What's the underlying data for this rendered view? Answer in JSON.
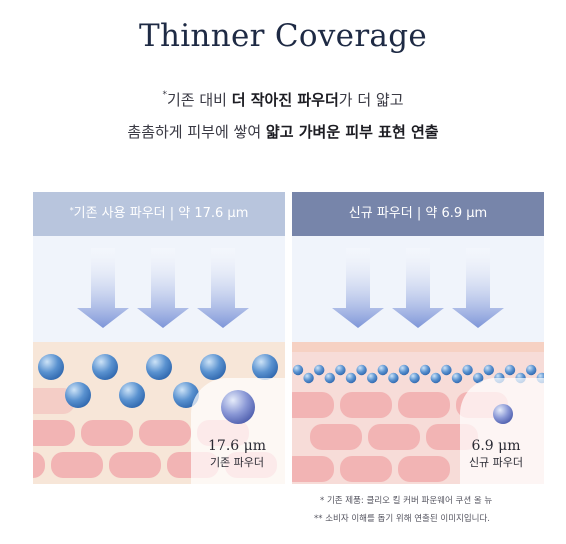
{
  "title": "Thinner Coverage",
  "subtitle": {
    "line1": {
      "mark": "*",
      "pre": "기존 대비 ",
      "bold": "더 작아진 파우더",
      "post": "가 더 얇고"
    },
    "line2": {
      "pre": "촘촘하게 피부에 쌓여 ",
      "bold": "얇고 가벼운 피부 표현 연출"
    }
  },
  "panels": {
    "left": {
      "mark": "*",
      "banner": "기존 사용 파우더 | 약 17.6 μm",
      "value": "17.6 μm",
      "name": "기존 파우더"
    },
    "right": {
      "banner": "신규 파우더 | 약 6.9 μm",
      "value": "6.9 μm",
      "name": "신규 파우더"
    }
  },
  "notes": {
    "note1": "* 기존 제품: 클리오 킬 커버 파운웨어 쿠션 올 뉴",
    "note2": "** 소비자 이해를 돕기 위해 연출된 이미지입니다."
  },
  "colors": {
    "title": "#1e2a44",
    "banner_left": "#b8c5dd",
    "banner_right": "#7785aa",
    "arrow": "#7d95d8",
    "sky": "#f0f4fb",
    "skin_top": "#f7e6d8",
    "skin_cell": "#f2b4b4",
    "powder": "#4f86c8"
  }
}
